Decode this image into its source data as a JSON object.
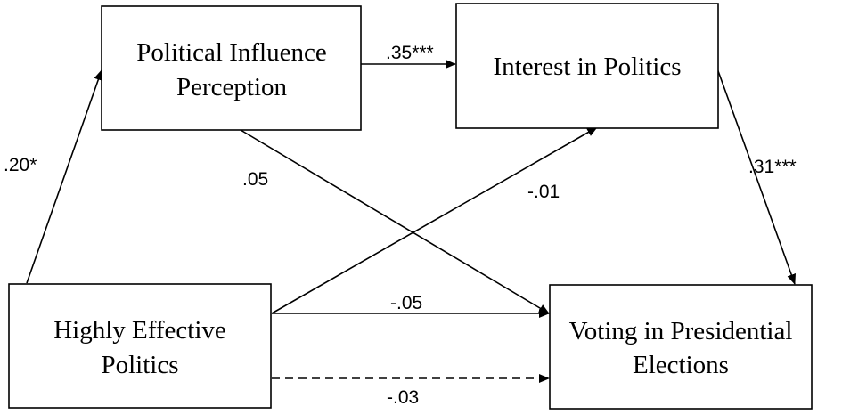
{
  "nodes": {
    "political_influence": {
      "line1": "Political Influence",
      "line2": "Perception"
    },
    "interest": {
      "line1": "Interest in Politics"
    },
    "highly_effective": {
      "line1": "Highly Effective",
      "line2": "Politics"
    },
    "voting": {
      "line1": "Voting in Presidential",
      "line2": "Elections"
    }
  },
  "paths": {
    "hep_to_pip": ".20*",
    "pip_to_interest": ".35***",
    "interest_to_voting": ".31***",
    "pip_to_voting": ".05",
    "hep_to_interest": "-.01",
    "hep_to_voting_direct": "-.05",
    "hep_to_voting_dashed": "-.03"
  },
  "colors": {
    "stroke": "#000000",
    "background": "#ffffff"
  }
}
